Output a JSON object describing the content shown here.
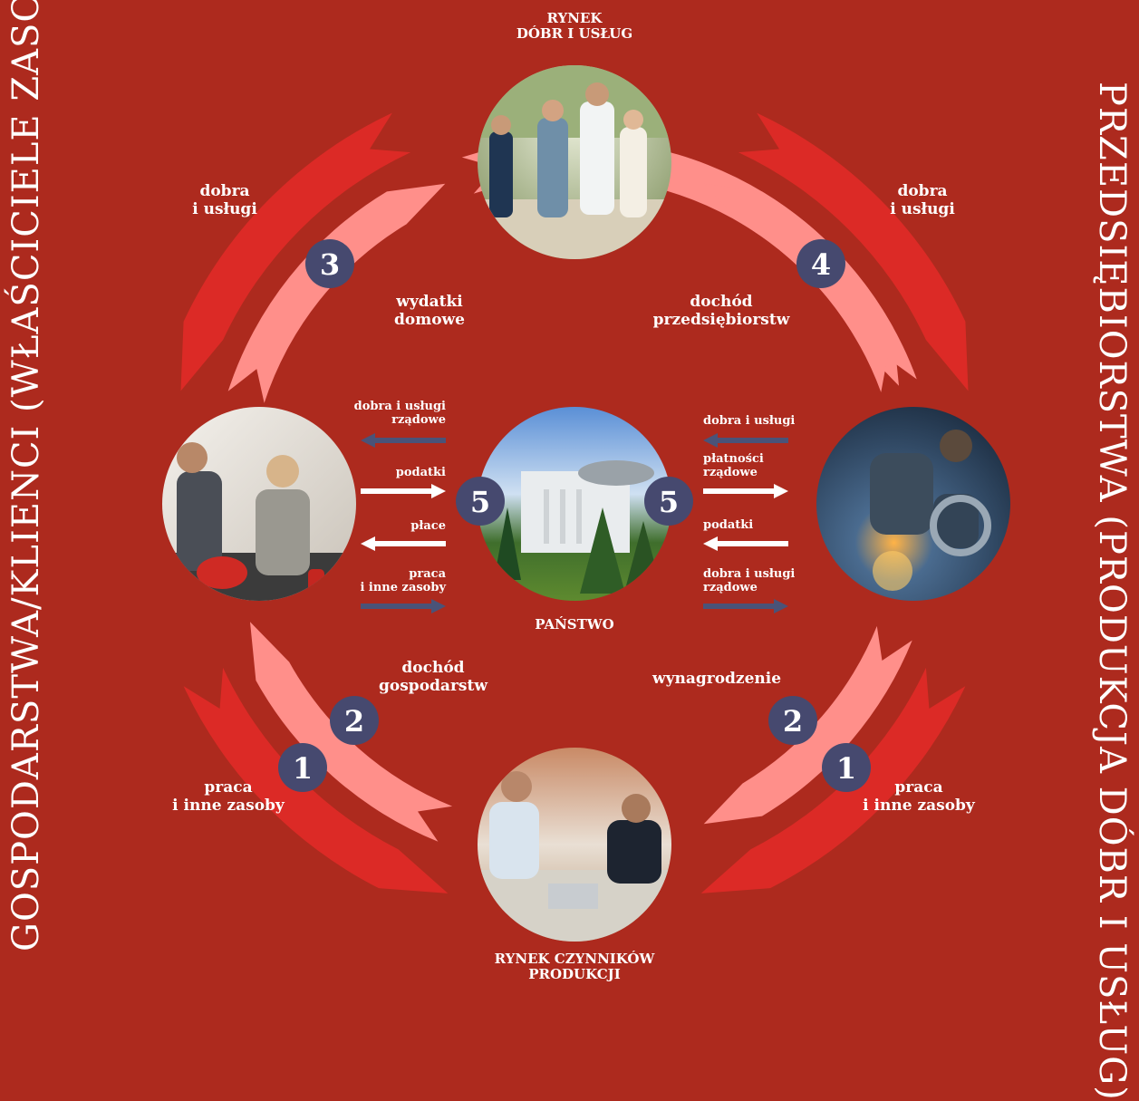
{
  "colors": {
    "background": "#ad2a1e",
    "arrow_dark": "#dc2a26",
    "arrow_light": "#ff8f8a",
    "badge": "#46496f",
    "flow_arrow": "#4a5378"
  },
  "markets": {
    "goods": "RYNEK\nDÓBR I USŁUG",
    "factors": "RYNEK CZYNNIKÓW\nPRODUKCJI",
    "state": "PAŃSTWO"
  },
  "sides": {
    "households": "GOSPODARSTWA/KLIENCI\n(WŁAŚCICIELE ZASOBÓW)",
    "firms": "PRZEDSIĘBIORSTWA\n(PRODUKCJA DÓBR I USŁUG)"
  },
  "images": {
    "goods": "family-walking-photo",
    "households": "couple-cooking-photo",
    "state": "parliament-building-photo",
    "firms": "welder-worker-photo",
    "factors": "office-high-five-photo"
  },
  "arc_labels": {
    "tl_outer": "dobra\ni usługi",
    "tl_inner": "wydatki\ndomowe",
    "tr_outer": "dobra\ni usługi",
    "tr_inner": "dochód\nprzedsiębiorstw",
    "bl_inner": "dochód\ngospodarstw",
    "bl_outer": "praca\ni inne zasoby",
    "br_inner": "wynagrodzenie",
    "br_outer": "praca\ni inne zasoby"
  },
  "badges": {
    "tl": "3",
    "tr": "4",
    "bl_inner": "2",
    "bl_outer": "1",
    "br_inner": "2",
    "br_outer": "1",
    "state_left": "5",
    "state_right": "5"
  },
  "state_flows_left": [
    "dobra i usługi\nrządowe",
    "podatki",
    "płace",
    "praca\ni inne zasoby"
  ],
  "state_flows_right": [
    "dobra i usługi",
    "płatności\nrządowe",
    "podatki",
    "dobra i usługi\nrządowe"
  ]
}
